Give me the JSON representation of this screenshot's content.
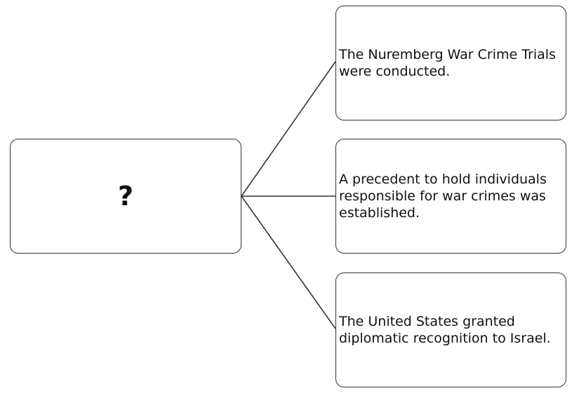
{
  "diagram": {
    "center": {
      "label": "?"
    },
    "effects": [
      {
        "text": "The Nuremberg War Crime Trials were conducted."
      },
      {
        "text": "A precedent to hold individuals responsible for war crimes was established."
      },
      {
        "text": "The United States granted diplomatic recognition to Israel."
      }
    ]
  },
  "colors": {
    "stroke": "#333333",
    "text": "#111111",
    "background": "#ffffff"
  }
}
